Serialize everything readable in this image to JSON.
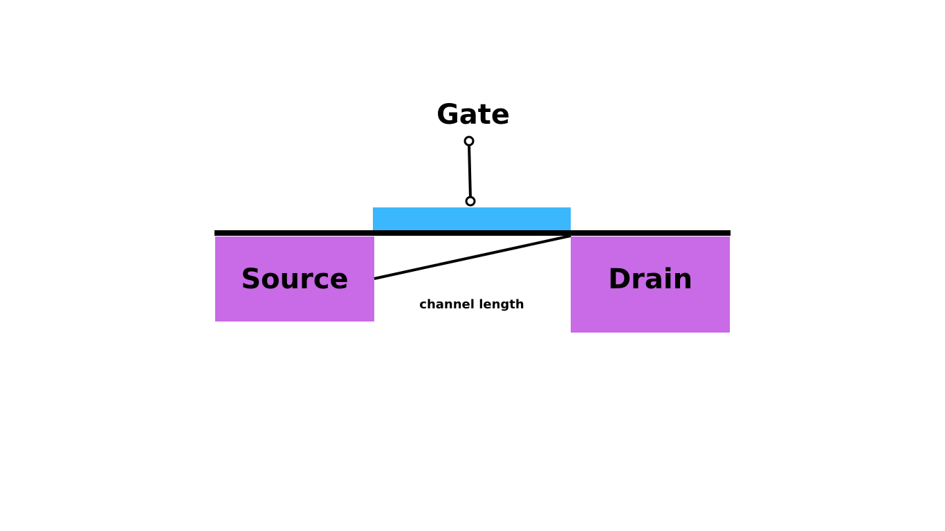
{
  "labels": {
    "gate": "Gate",
    "source": "Source",
    "drain": "Drain",
    "channel": "channel length"
  },
  "colors": {
    "gate_fill": "#3bb7fd",
    "region_fill": "#c96ae6",
    "line": "#000000",
    "background": "#ffffff"
  }
}
